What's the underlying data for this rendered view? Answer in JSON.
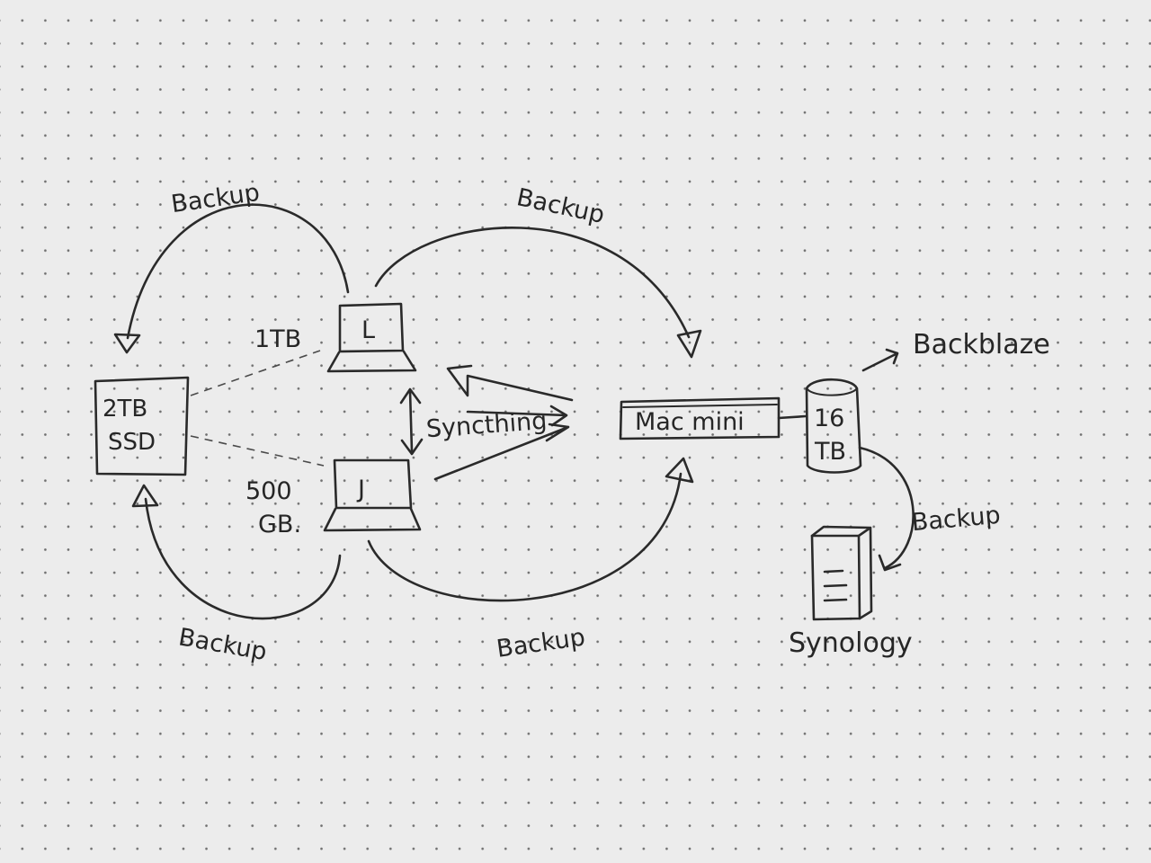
{
  "nodes": {
    "ssd": {
      "line1": "2TB",
      "line2": "SSD"
    },
    "laptop_l": {
      "letter": "L",
      "capacity": "1TB"
    },
    "laptop_j": {
      "letter": "J",
      "capacity_line1": "500",
      "capacity_line2": "GB."
    },
    "mac_mini": {
      "label": "Mac mini"
    },
    "drive": {
      "line1": "16",
      "line2": "TB"
    },
    "synology": {
      "label": "Synology"
    },
    "backblaze": {
      "label": "Backblaze"
    }
  },
  "edges": {
    "l_to_ssd": "Backup",
    "l_to_mac": "Backup",
    "j_to_ssd": "Backup",
    "j_to_mac": "Backup",
    "drive_to_synology": "Backup",
    "sync": "Syncthing"
  },
  "colors": {
    "paper": "#ececec",
    "ink": "#2a2a2a",
    "dots": "#6f6f6f"
  }
}
